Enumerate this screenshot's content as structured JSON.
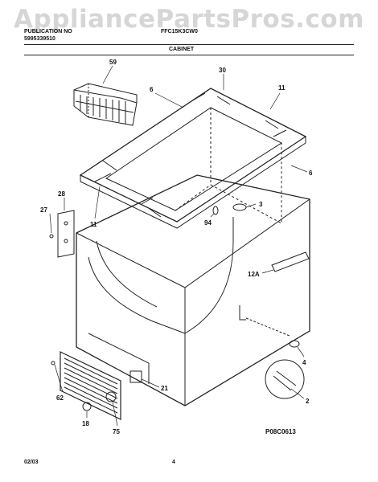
{
  "watermark": "AppliancePartsPros.com",
  "header": {
    "left_line1": "PUBLICATION NO",
    "left_line2": "5995339510",
    "model": "FFC15K3CW0",
    "section": "CABINET"
  },
  "callouts": [
    "59",
    "30",
    "6",
    "11",
    "6",
    "28",
    "27",
    "11",
    "94",
    "3",
    "12A",
    "4",
    "2",
    "62",
    "21",
    "18",
    "75"
  ],
  "diagram_code": "P08C0613",
  "footer": {
    "date": "02/03",
    "page": "4"
  }
}
